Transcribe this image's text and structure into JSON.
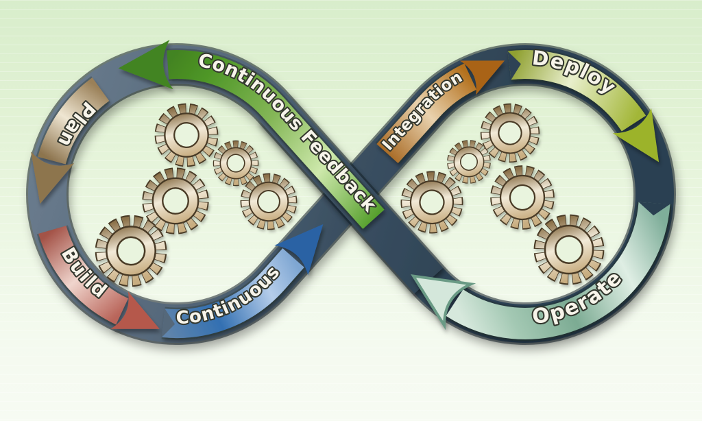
{
  "diagram": {
    "type": "devops-infinity-loop",
    "background": {
      "top": "#d8edcb",
      "bottom": "#f7fbf3"
    },
    "loop": {
      "left_color": "#6b7d8f",
      "right_color": "#2a3f51"
    },
    "stages": [
      {
        "label": "Plan",
        "color": "#9a8058"
      },
      {
        "label": "Build",
        "color": "#b9655a"
      },
      {
        "label": "Continuous",
        "color": "#3370b2"
      },
      {
        "label": "Integration",
        "color": "#b3701c"
      },
      {
        "label": "Deploy",
        "color": "#a2b637"
      },
      {
        "label": "Operate",
        "color": "#7cab93"
      },
      {
        "label": "Continuous Feedback",
        "color": "#57a02e"
      }
    ],
    "gears": {
      "left_count": 5,
      "right_count": 5,
      "color": "#bfa478"
    }
  }
}
